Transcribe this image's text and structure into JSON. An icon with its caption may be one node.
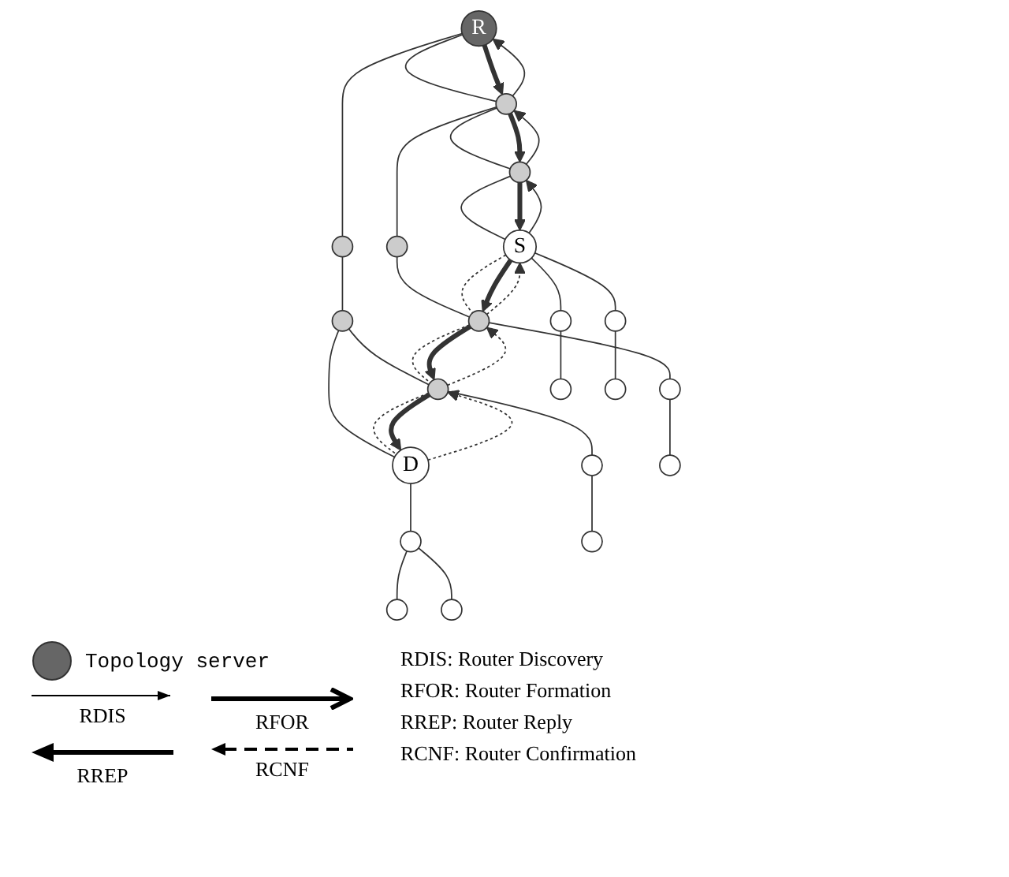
{
  "diagram": {
    "nodes": [
      {
        "text": [
          "R"
        ]
      },
      {
        "text": [],
        "shape": "circle"
      },
      {
        "text": [],
        "shape": "circle"
      },
      {
        "text": [],
        "shape": "circle"
      },
      {
        "text": [],
        "shape": "circle"
      },
      {
        "text": [],
        "shape": "circle"
      },
      {
        "text": [
          "S"
        ]
      },
      {
        "text": [],
        "shape": "circle"
      },
      {
        "text": [],
        "shape": "circle"
      },
      {
        "text": [
          "D"
        ]
      },
      {
        "text": [],
        "shape": "circle"
      },
      {
        "text": [],
        "shape": "circle"
      },
      {
        "text": [],
        "shape": "circle"
      },
      {
        "text": [],
        "shape": "circle"
      },
      {
        "text": [],
        "shape": "circle"
      },
      {
        "text": [],
        "shape": "circle"
      },
      {
        "text": [],
        "shape": "circle"
      },
      {
        "text": [],
        "shape": "circle"
      },
      {
        "text": [],
        "shape": "circle"
      },
      {
        "text": [],
        "shape": "circle"
      },
      {
        "text": [],
        "shape": "circle"
      }
    ],
    "edges": [
      {
        "from": 0,
        "to": 1,
        "arrow": "none"
      },
      {
        "from": 0,
        "to": 2,
        "arrow": "none"
      },
      {
        "from": 1,
        "to": 3,
        "arrow": "none"
      },
      {
        "from": 1,
        "to": 4,
        "arrow": "none"
      },
      {
        "from": 2,
        "to": 5,
        "arrow": "none"
      },
      {
        "from": 3,
        "to": 6,
        "arrow": "none"
      },
      {
        "from": 4,
        "to": 7,
        "arrow": "none"
      },
      {
        "from": 5,
        "to": 8,
        "arrow": "none"
      },
      {
        "from": 5,
        "to": 9,
        "arrow": "none"
      },
      {
        "from": 6,
        "to": 10,
        "arrow": "none"
      },
      {
        "from": 6,
        "to": 11,
        "arrow": "none"
      },
      {
        "from": 7,
        "to": 12,
        "arrow": "none"
      },
      {
        "from": 8,
        "to": 13,
        "arrow": "none"
      },
      {
        "from": 9,
        "to": 14,
        "arrow": "none"
      },
      {
        "from": 10,
        "to": 15,
        "arrow": "none"
      },
      {
        "from": 11,
        "to": 16,
        "arrow": "none"
      },
      {
        "from": 12,
        "to": 17,
        "arrow": "none"
      },
      {
        "from": 13,
        "to": 18,
        "arrow": "none"
      },
      {
        "from": 14,
        "to": 19,
        "arrow": "none"
      },
      {
        "from": 14,
        "to": 20,
        "arrow": "none"
      },
      {
        "from": 6,
        "to": 7,
        "arrow": "none",
        "style": "dashed"
      },
      {
        "from": 7,
        "to": 8,
        "arrow": "none",
        "style": "dashed"
      },
      {
        "from": 8,
        "to": 9,
        "arrow": "none",
        "style": "dashed"
      },
      {
        "from": 6,
        "to": 3,
        "arrow": "to"
      },
      {
        "from": 3,
        "to": 1,
        "arrow": "to"
      },
      {
        "from": 1,
        "to": 0,
        "arrow": "to"
      },
      {
        "from": 0,
        "to": 1,
        "arrow": "to",
        "style": "thick"
      },
      {
        "from": 1,
        "to": 3,
        "arrow": "to",
        "style": "thick"
      },
      {
        "from": 3,
        "to": 6,
        "arrow": "to",
        "style": "thick"
      },
      {
        "from": 6,
        "to": 7,
        "arrow": "to",
        "style": "thick"
      },
      {
        "from": 7,
        "to": 8,
        "arrow": "to",
        "style": "thick"
      },
      {
        "from": 8,
        "to": 9,
        "arrow": "to",
        "style": "thick"
      },
      {
        "from": 9,
        "to": 8,
        "arrow": "to",
        "style": "dashed"
      },
      {
        "from": 8,
        "to": 7,
        "arrow": "to",
        "style": "dashed"
      },
      {
        "from": 7,
        "to": 6,
        "arrow": "to",
        "style": "dashed"
      }
    ],
    "labels": [
      "RDIS: Router Discovery",
      "RFOR: Router Formation",
      "RREP: Router Reply",
      "RCNF: Router Confirmation"
    ],
    "legend": [
      {
        "text": "Topology server"
      },
      {
        "text": "RDIS"
      },
      {
        "text": "RFOR"
      },
      {
        "text": "RREP"
      },
      {
        "text": "RCNF"
      }
    ]
  }
}
